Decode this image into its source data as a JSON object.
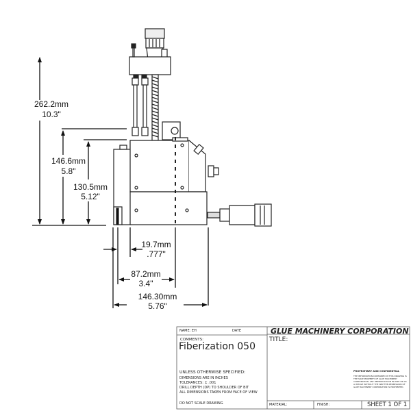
{
  "dimensions": {
    "overall_height": {
      "mm": "262.2mm",
      "in": "10.3\""
    },
    "height_a": {
      "mm": "146.6mm",
      "in": "5.8\""
    },
    "height_b": {
      "mm": "130.5mm",
      "in": "5.12\""
    },
    "offset": {
      "mm": "19.7mm",
      "in": ".777\""
    },
    "center": {
      "mm": "87.2mm",
      "in": "3.4\""
    },
    "overall_width": {
      "mm": "146.30mm",
      "in": "5.76\""
    }
  },
  "title_block": {
    "name": "NAME: EH",
    "date": "DATE",
    "company": "GLUE MACHINERY CORPORATION",
    "comments_label": "COMMENTS:",
    "comments": "Fiberization 050",
    "title_label": "TITLE:",
    "notes": [
      "UNLESS OTHERWISE SPECIFIED:",
      "DIMENSIONS ARE IN INCHES",
      "TOLERANCES: ± .001",
      "DRILL DEPTH (DP) TO SHOULDER OF BIT",
      "ALL DIMENSIONS TAKEN FROM FACE OF VIEW",
      "DO NOT SCALE DRAWING"
    ],
    "proprietary_heading": "PROPRIETARY AND CONFIDENTIAL",
    "proprietary_text": "THE INFORMATION CONTAINED IN THIS DRAWING IS THE SOLE PROPERTY OF GLUE MACHINERY CORPORATION. ANY REPRODUCTION IN PART OR AS A WHOLE WITHOUT THE WRITTEN PERMISSION OF GLUE MACHINERY CORPORATION IS PROHIBITED.",
    "material": "MATERIAL:",
    "finish": "FINISH:",
    "sheet": "SHEET 1 OF 1"
  }
}
